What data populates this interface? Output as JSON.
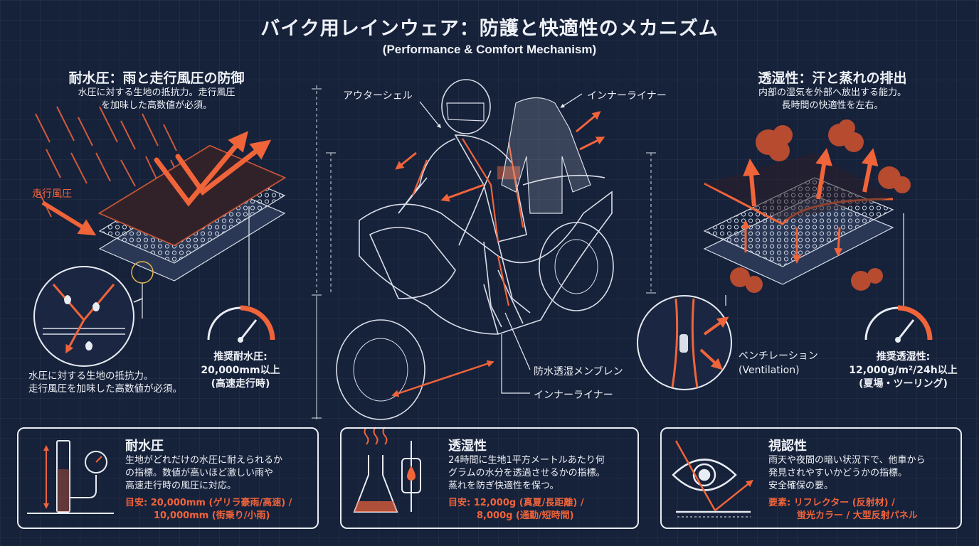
{
  "header": {
    "title": "バイク用レインウェア：防護と快適性のメカニズム",
    "subtitle": "(Performance & Comfort Mechanism)"
  },
  "water_resistance_panel": {
    "heading": "耐水圧：雨と走行風圧の防御",
    "description": [
      "水圧に対する生地の抵抗力。走行風圧",
      "を加味した高数値が必須。"
    ],
    "wind_label": "走行風圧",
    "note": [
      "水圧に対する生地の抵抗力。",
      "走行風圧を加味した高数値が必須。"
    ],
    "recommendation": [
      "推奨耐水圧:",
      "20,000mm以上",
      "(高速走行時)"
    ],
    "gauge_level": 0.7
  },
  "breathability_panel": {
    "heading": "透湿性：汗と蒸れの排出",
    "description": [
      "内部の湿気を外部へ放出する能力。",
      "長時間の快適性を左右。"
    ],
    "ventilation_label": [
      "ベンチレーション",
      "(Ventilation)"
    ],
    "recommendation": [
      "推奨透湿性:",
      "12,000g/m²/24h以上",
      "(夏場・ツーリング)"
    ],
    "gauge_level": 0.7
  },
  "center_labels": {
    "outer_shell": "アウターシェル",
    "inner_liner_top": "インナーライナー",
    "membrane": "防水透湿メンブレン",
    "inner_liner_bottom": "インナーライナー"
  },
  "cards": [
    {
      "title": "耐水圧",
      "body": [
        "生地がどれだけの水圧に耐えられるか",
        "の指標。数値が高いほど激しい雨や",
        "高速走行時の風圧に対応。"
      ],
      "hint": [
        "目安: 20,000mm (ゲリラ豪雨/高速) /",
        "10,000mm (街乗り/小雨)"
      ],
      "icon": "pressure-gauge-icon"
    },
    {
      "title": "透湿性",
      "body": [
        "24時間に生地1平方メートルあたり何",
        "グラムの水分を透過させるかの指標。",
        "蒸れを防ぎ快適性を保つ。"
      ],
      "hint": [
        "目安: 12,000g (真夏/長距離) /",
        "8,000g (通勤/短時間)"
      ],
      "icon": "flask-icon"
    },
    {
      "title": "視認性",
      "body": [
        "雨天や夜間の暗い状況下で、他車から",
        "発見されやすいかどうかの指標。",
        "安全確保の要。"
      ],
      "hint": [
        "要素: リフレクター (反射材) /",
        "蛍光カラー / 大型反射パネル"
      ],
      "icon": "eye-icon"
    }
  ],
  "colors": {
    "background": "#16213a",
    "accent": "#f0643a",
    "line": "#e8ecf3"
  }
}
